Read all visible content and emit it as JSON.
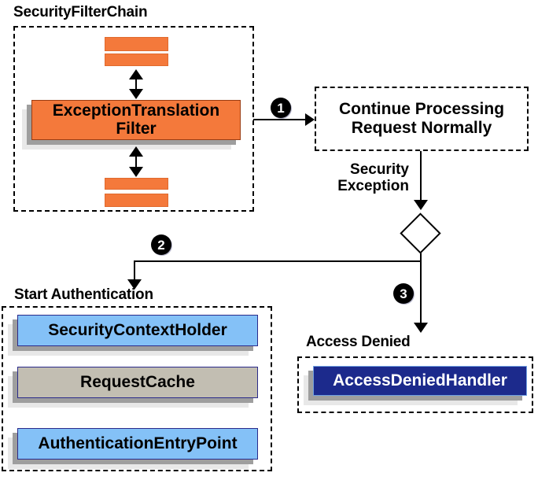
{
  "diagram": {
    "title": "Spring Security ExceptionTranslationFilter flow",
    "colors": {
      "orange": "#f4793b",
      "blue": "#84c1f7",
      "gray": "#c2beb2",
      "navy": "#1c2a8c",
      "shadow_mid": "#9e9e9e",
      "shadow_far": "#e8e8e8",
      "stroke": "#000000"
    }
  },
  "groups": {
    "filter_chain": {
      "label": "SecurityFilterChain"
    },
    "start_authentication": {
      "label": "Start Authentication"
    },
    "access_denied": {
      "label": "Access Denied"
    }
  },
  "nodes": {
    "filter_bar_1": {
      "label": ""
    },
    "filter_bar_2": {
      "label": ""
    },
    "exception_translation_filter": {
      "label": "ExceptionTranslation Filter",
      "line1": "ExceptionTranslation",
      "line2": "Filter"
    },
    "filter_bar_3": {
      "label": ""
    },
    "filter_bar_4": {
      "label": ""
    },
    "continue_processing": {
      "line1": "Continue Processing",
      "line2": "Request Normally"
    },
    "security_context_holder": {
      "label": "SecurityContextHolder"
    },
    "request_cache": {
      "label": "RequestCache"
    },
    "authentication_entry_point": {
      "label": "AuthenticationEntryPoint"
    },
    "access_denied_handler": {
      "label": "AccessDeniedHandler"
    },
    "decision": {
      "label": ""
    }
  },
  "edges": {
    "step_1": {
      "badge": "1"
    },
    "step_2": {
      "badge": "2"
    },
    "step_3": {
      "badge": "3"
    },
    "security_exception": {
      "line1": "Security",
      "line2": "Exception"
    }
  }
}
